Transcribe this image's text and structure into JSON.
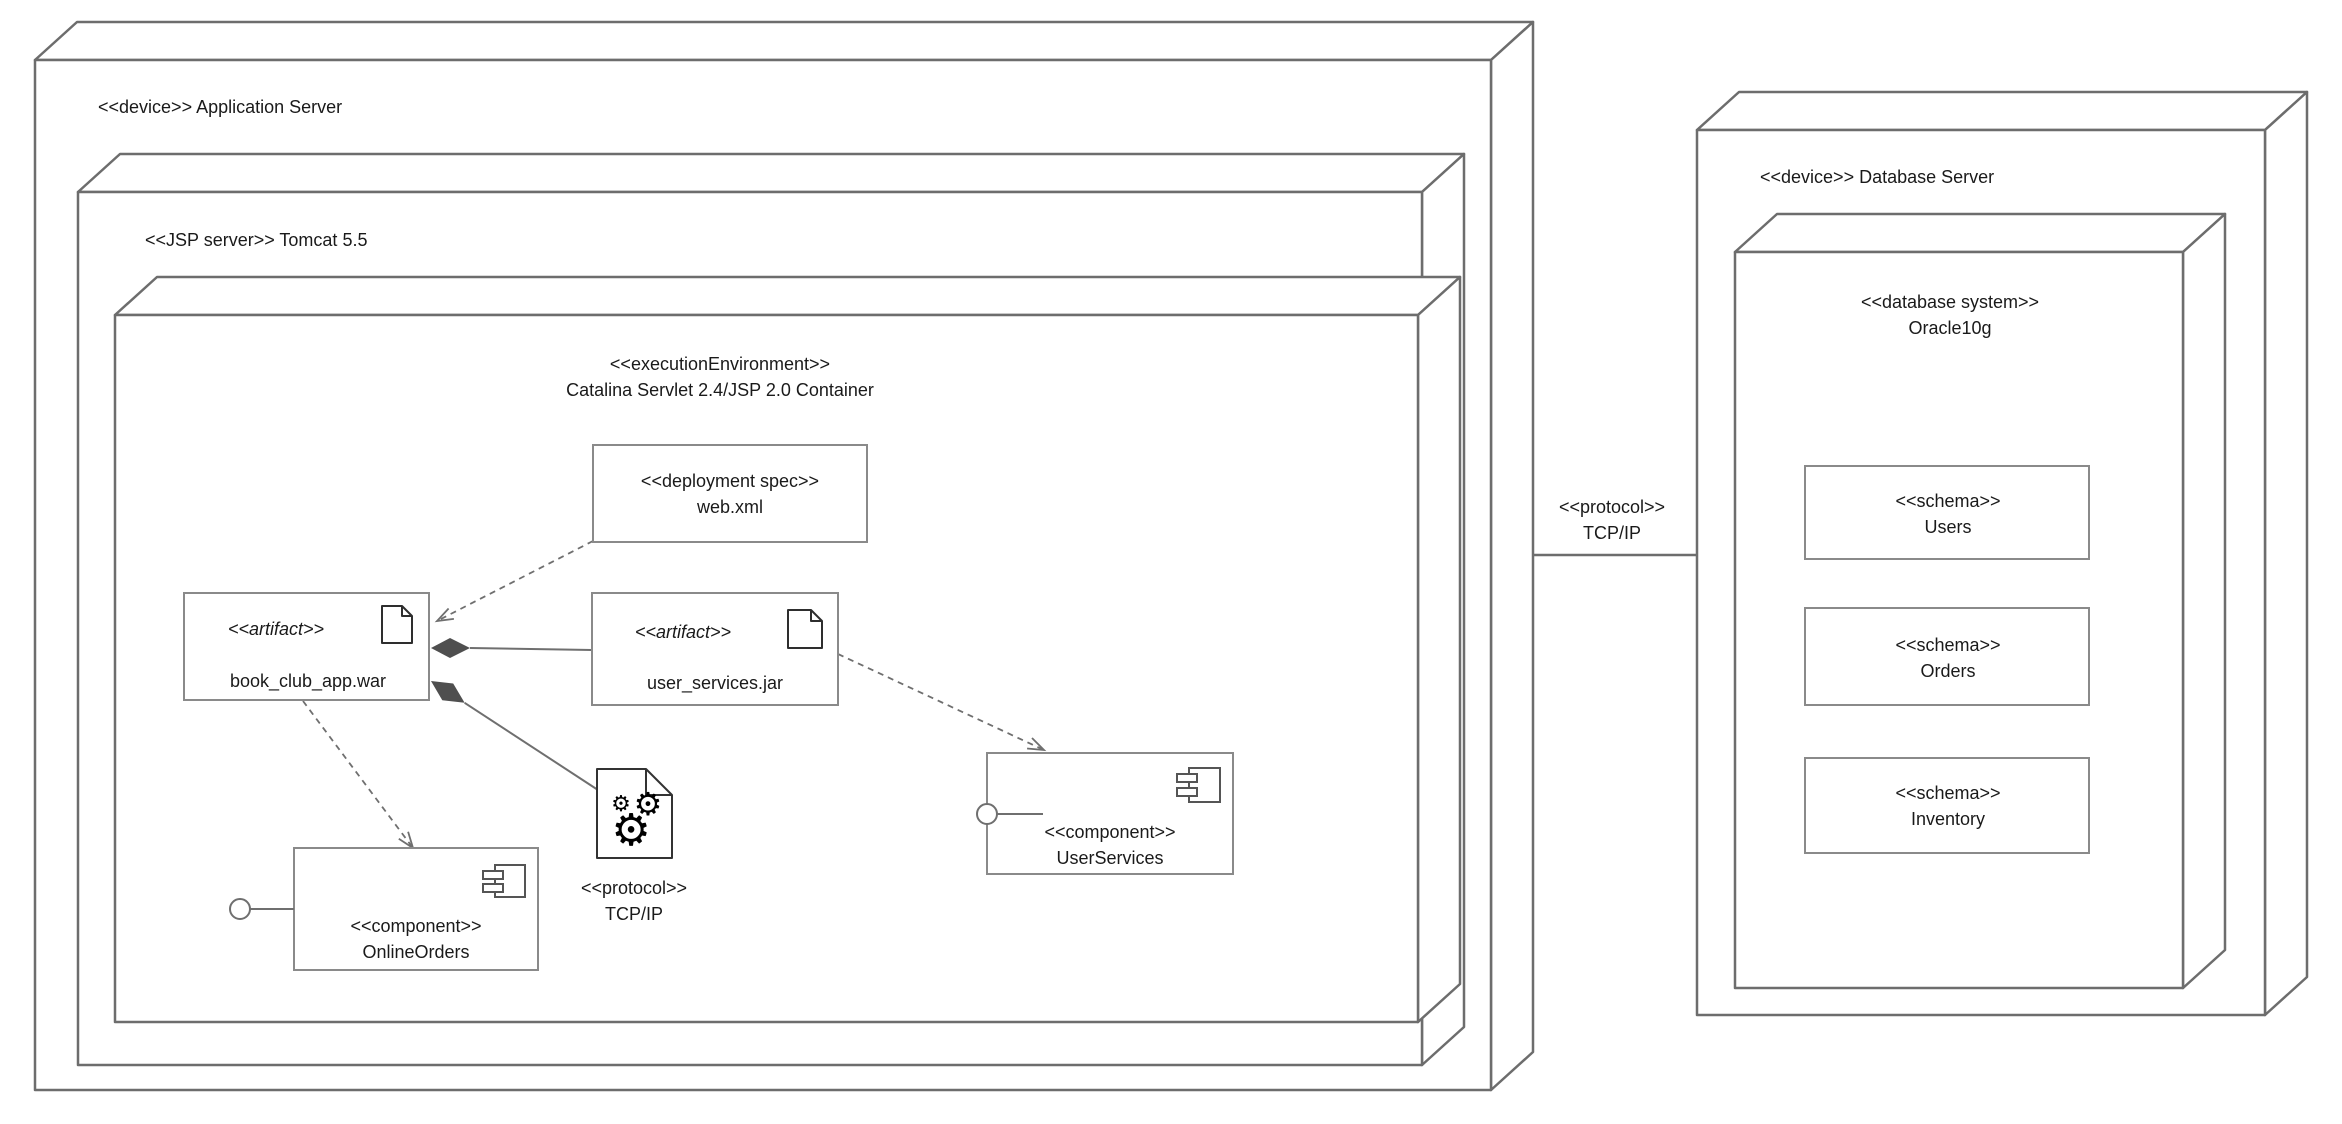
{
  "nodes": {
    "application_server": {
      "label": "<<device>> Application Server"
    },
    "tomcat": {
      "label": "<<JSP server>> Tomcat 5.5"
    },
    "execution_environment": {
      "stereotype": "<<executionEnvironment>>",
      "name": "Catalina Servlet 2.4/JSP 2.0 Container"
    },
    "database_server": {
      "label": "<<device>> Database Server"
    },
    "oracle": {
      "stereotype": "<<database system>>",
      "name": "Oracle10g"
    }
  },
  "artifacts": {
    "web_xml": {
      "stereotype": "<<deployment spec>>",
      "name": "web.xml"
    },
    "book_club_app": {
      "stereotype": "<<artifact>>",
      "name": "book_club_app.war"
    },
    "user_services_jar": {
      "stereotype": "<<artifact>>",
      "name": "user_services.jar"
    },
    "protocol_artifact": {
      "stereotype": "<<protocol>>",
      "name": "TCP/IP"
    }
  },
  "components": {
    "online_orders": {
      "stereotype": "<<component>>",
      "name": "OnlineOrders"
    },
    "user_services": {
      "stereotype": "<<component>>",
      "name": "UserServices"
    }
  },
  "schemas": [
    {
      "stereotype": "<<schema>>",
      "name": "Users"
    },
    {
      "stereotype": "<<schema>>",
      "name": "Orders"
    },
    {
      "stereotype": "<<schema>>",
      "name": "Inventory"
    }
  ],
  "connection": {
    "stereotype": "<<protocol>>",
    "name": "TCP/IP"
  },
  "colors": {
    "node_border": "#6d6d6d",
    "box_border": "#8a8a8a",
    "connector": "#6f6f6f",
    "diamond": "#4f4f4f",
    "icon_stroke": "#2e2e2e",
    "text": "#1a1a1a",
    "background": "#ffffff"
  }
}
